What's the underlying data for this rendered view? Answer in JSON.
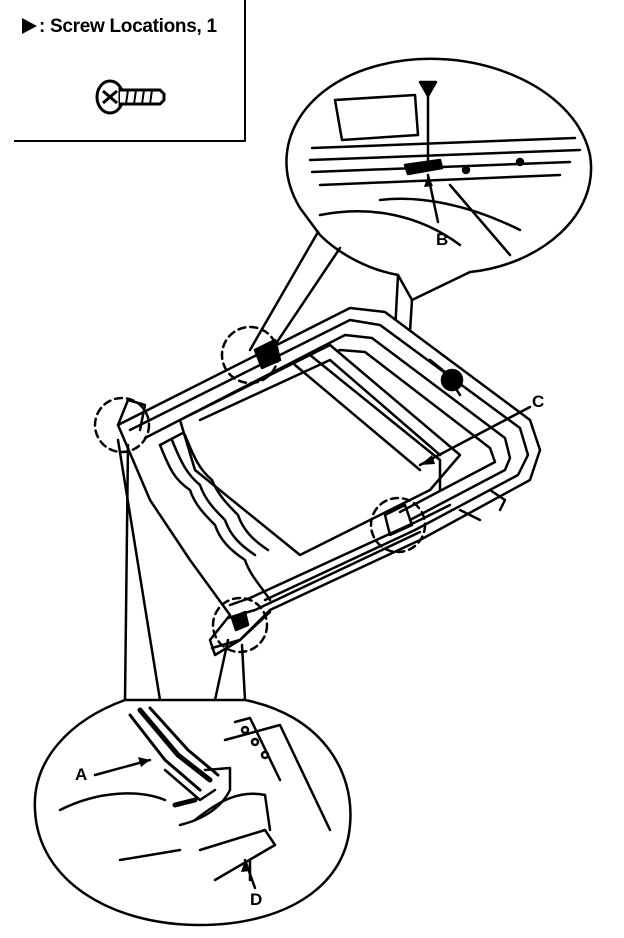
{
  "legend": {
    "marker_symbol": "▶",
    "text": ": Screw Locations, 1",
    "icon": "screw-icon"
  },
  "callouts": {
    "a": "A",
    "b": "B",
    "c": "C",
    "d": "D"
  },
  "icons": {
    "screw": "screw-icon",
    "location_marker": "triangle-arrow-icon"
  },
  "colors": {
    "ink": "#000000",
    "paper": "#ffffff"
  }
}
